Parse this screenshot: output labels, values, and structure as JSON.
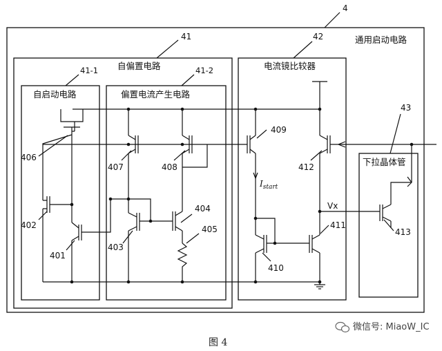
{
  "labels": {
    "outer_ref": "4",
    "outer_title": "通用启动电路",
    "b41_ref": "41",
    "b41_title": "自偏置电路",
    "b411_ref": "41-1",
    "b411_title": "自启动电路",
    "b412_ref": "41-2",
    "b412_title": "偏置电流产生电路",
    "b42_ref": "42",
    "b42_title": "电流镜比较器",
    "b43_ref": "43",
    "b43_title": "下拉晶体管",
    "vx": "Vx",
    "istart_main": "I",
    "istart_sub": "start"
  },
  "components": {
    "c401": "401",
    "c402": "402",
    "c403": "403",
    "c404": "404",
    "c405": "405",
    "c406": "406",
    "c407": "407",
    "c408": "408",
    "c409": "409",
    "c410": "410",
    "c411": "411",
    "c412": "412",
    "c413": "413"
  },
  "caption": "图 4",
  "watermark": "微信号: MiaoW_IC"
}
